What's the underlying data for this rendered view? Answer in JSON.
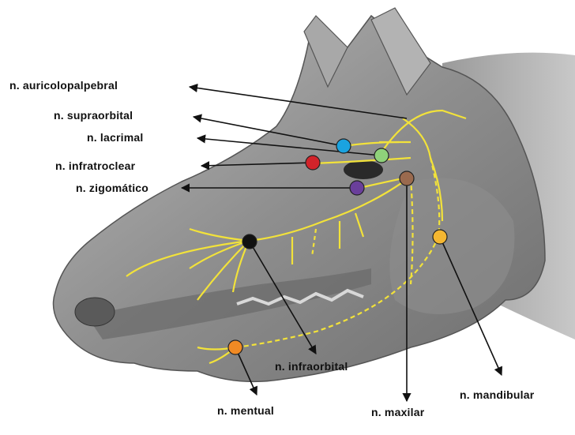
{
  "diagram": {
    "labels": {
      "auricolopalpebral": "n. auricolopalpebral",
      "supraorbital": "n. supraorbital",
      "lacrimal": "n. lacrimal",
      "infratroclear": "n. infratroclear",
      "zigomatico": "n. zigomático",
      "infraorbital": "n. infraorbital",
      "mentual": "n. mentual",
      "maxilar": "n. maxilar",
      "mandibular": "n. mandibular"
    },
    "colors": {
      "nerve": "#f2e23a",
      "supraorbital": "#1aa3e0",
      "lacrimal": "#8fd27a",
      "infratroclear": "#d2232a",
      "zigomatico": "#6a3f9b",
      "maxilar": "#9a6a4e",
      "mandibular": "#f5b731",
      "infraorbital": "#111111",
      "mentual": "#f08a24"
    }
  }
}
